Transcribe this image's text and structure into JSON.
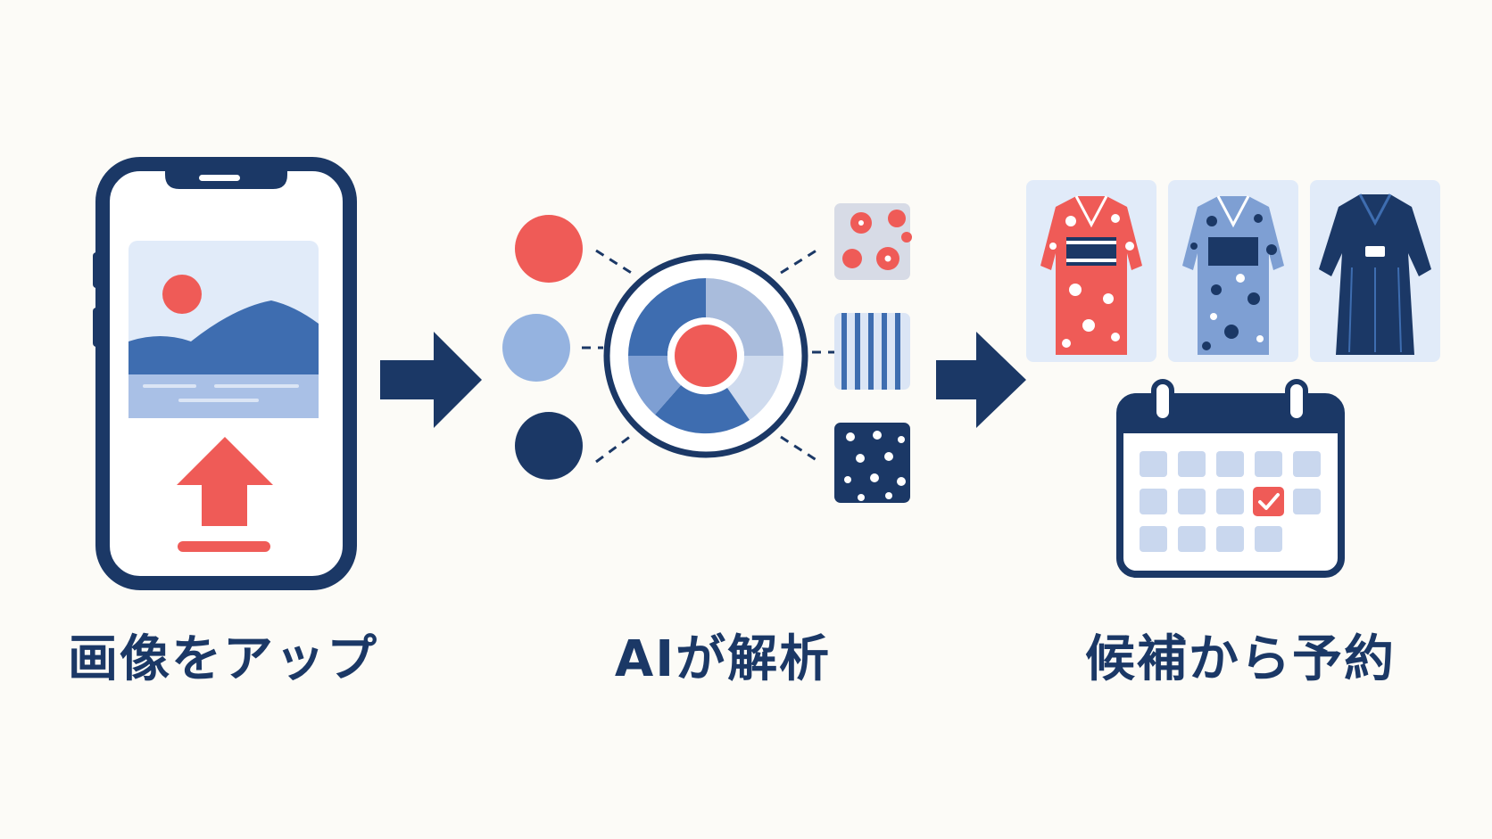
{
  "steps": [
    {
      "label": "画像をアップ"
    },
    {
      "label": "AIが解析"
    },
    {
      "label": "候補から予約"
    }
  ],
  "colors": {
    "navy": "#1b3866",
    "red": "#ef5b57",
    "mid_blue": "#3e6db0",
    "light_blue": "#95b3e0",
    "pale_blue": "#e1ebf9",
    "background": "#fcfbf7"
  },
  "icons": {
    "step1": [
      "smartphone-icon",
      "landscape-photo-icon",
      "upload-arrow-icon"
    ],
    "step2": [
      "color-swatch-icons",
      "ai-analysis-ring-icon",
      "pattern-swatch-icons"
    ],
    "step3": [
      "kimono-icons",
      "calendar-icon",
      "checkmark-icon"
    ],
    "connectors": [
      "right-arrow-icon",
      "right-arrow-icon"
    ]
  }
}
